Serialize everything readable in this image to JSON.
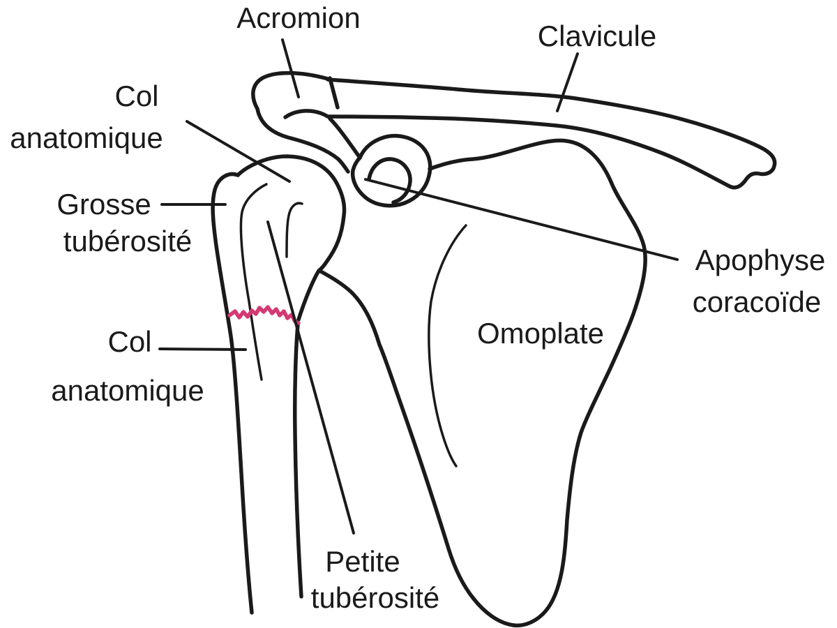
{
  "diagram": {
    "labels": {
      "acromion": "Acromion",
      "clavicule": "Clavicule",
      "col_anatomique_superieur": {
        "line1": "Col",
        "line2": "anatomique"
      },
      "grosse_tuberosite": {
        "line1": "Grosse",
        "line2": "tubérosité"
      },
      "col_anatomique_inferieur": {
        "line1": "Col",
        "line2": "anatomique"
      },
      "apophyse_coracoide": {
        "line1": "Apophyse",
        "line2": "coracoïde"
      },
      "omoplate": "Omoplate",
      "petite_tuberosite": {
        "line1": "Petite",
        "line2": "tubérosité"
      }
    },
    "colors": {
      "outline": "#1a1a1a",
      "fracture": "#d43a72",
      "background": "#ffffff"
    }
  }
}
